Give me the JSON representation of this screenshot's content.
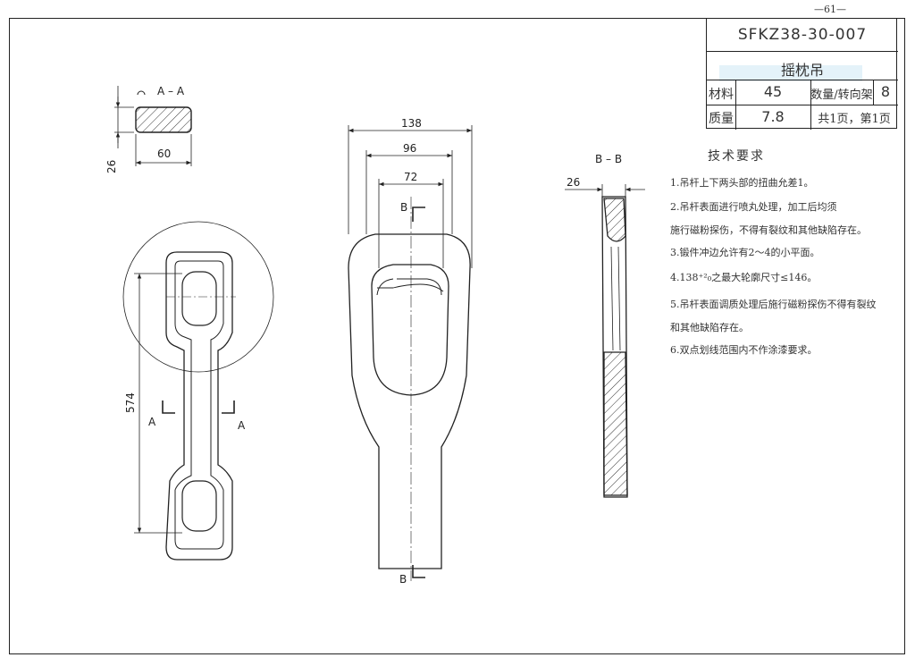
{
  "page_number": "—61—",
  "title_block": {
    "drawing_code": "SFKZ38-30-007",
    "part_name": "摇枕吊",
    "material_label": "材料",
    "material_value": "45",
    "quantity_label": "数量/转向架",
    "quantity_value": "8",
    "mass_label": "质量",
    "mass_value": "7.8",
    "sheets_label": "共1页，第1页"
  },
  "tech_requirements": {
    "title": "技术要求",
    "items": [
      "1.吊杆上下两头部的扭曲允差1。",
      "2.吊杆表面进行喷丸处理，加工后均须",
      "  施行磁粉探伤，不得有裂纹和其他缺陷存在。",
      "3.锻件冲边允许有2～4的小平面。",
      "4.138⁺²₀之最大轮廓尺寸≤146。",
      "5.吊杆表面调质处理后施行磁粉探伤不得有裂纹",
      "  和其他缺陷存在。",
      "6.双点划线范围内不作涂漆要求。"
    ]
  },
  "section_aa": {
    "label": "A – A",
    "dim_width": "60",
    "dim_height": "26"
  },
  "section_bb": {
    "label": "B – B",
    "dim_thickness": "26"
  },
  "side_view": {
    "dim_length": "574",
    "cut_label_left": "A",
    "cut_label_right": "A"
  },
  "front_view": {
    "dim_outer": "138",
    "dim_middle": "96",
    "dim_inner": "72",
    "cut_label_top": "B",
    "cut_label_bottom": "B"
  }
}
